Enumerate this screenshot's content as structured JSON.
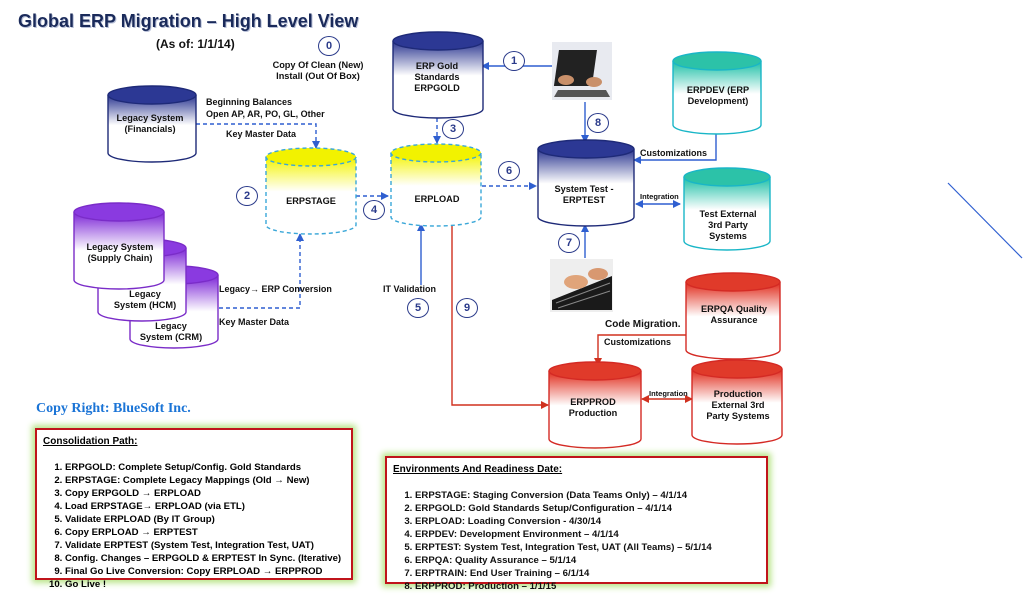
{
  "title": "Global ERP Migration  – High Level View",
  "subtitle": "(As of: 1/1/14)",
  "copyright": "Copy Right: BlueSoft Inc.",
  "nodes": {
    "erpgold": "ERP Gold Standards ERPGOLD",
    "legacy_fin": "Legacy System (Financials)",
    "erpstage": "ERPSTAGE",
    "erpload": "ERPLOAD",
    "erptest": "System Test - ERPTEST",
    "erpdev": "ERPDEV (ERP Development)",
    "test_external": "Test External 3rd Party Systems",
    "legacy_sc": "Legacy System (Supply Chain)",
    "legacy_hcm": "Legacy System (HCM)",
    "legacy_crm": "Legacy System (CRM)",
    "erpqa": "ERPQA Quality Assurance",
    "erpprod": "ERPPROD Production",
    "prod_external": "Production External 3rd Party Systems"
  },
  "edge_labels": {
    "copy_clean": "Copy Of Clean (New) Install (Out Of  Box)",
    "beginning_balances": "Beginning Balances",
    "open_ap": "Open AP, AR, PO, GL, Other",
    "key_master_1": "Key Master Data",
    "legacy_conv": "Legacy→ ERP Conversion",
    "key_master_2": "Key Master Data",
    "customizations_1": "Customizations",
    "integration_1": "Integration",
    "it_validation": "IT Validation",
    "code_migration": "Code Migration.",
    "customizations_2": "Customizations",
    "integration_2": "Integration"
  },
  "step_numbers": [
    "0",
    "1",
    "2",
    "3",
    "4",
    "5",
    "6",
    "7",
    "8",
    "9"
  ],
  "consolidation": {
    "header": "Consolidation Path:",
    "items": [
      "ERPGOLD: Complete Setup/Config. Gold Standards",
      "ERPSTAGE: Complete Legacy Mappings (Old → New)",
      "Copy ERPGOLD → ERPLOAD",
      "Load ERPSTAGE→ ERPLOAD (via ETL)",
      "Validate ERPLOAD (By IT Group)",
      "Copy ERPLOAD → ERPTEST",
      "Validate ERPTEST (System Test, Integration Test, UAT)",
      "Config. Changes – ERPGOLD & ERPTEST In Sync. (Iterative)",
      "Final Go Live Conversion: Copy ERPLOAD → ERPPROD",
      "Go Live !"
    ]
  },
  "environments": {
    "header": "Environments  And Readiness Date:",
    "items": [
      "ERPSTAGE: Staging Conversion (Data Teams Only) – 4/1/14",
      "ERPGOLD:  Gold Standards Setup/Configuration – 4/1/14",
      "ERPLOAD: Loading Conversion -  4/30/14",
      "ERPDEV: Development Environment – 4/1/14",
      "ERPTEST: System Test, Integration Test, UAT (All  Teams) – 5/1/14",
      "ERPQA:  Quality Assurance – 5/1/14",
      "ERPTRAIN: End User Training – 6/1/14",
      "ERPPROD: Production – 1/1/15"
    ]
  },
  "colors": {
    "navy": "#1e2a78",
    "yellow": "#f2f200",
    "cyan": "#19b6c7",
    "purple": "#7a2cc8",
    "red": "#d42a24",
    "arrow_blue": "#2f5fd0",
    "arrow_red": "#d0311f"
  }
}
